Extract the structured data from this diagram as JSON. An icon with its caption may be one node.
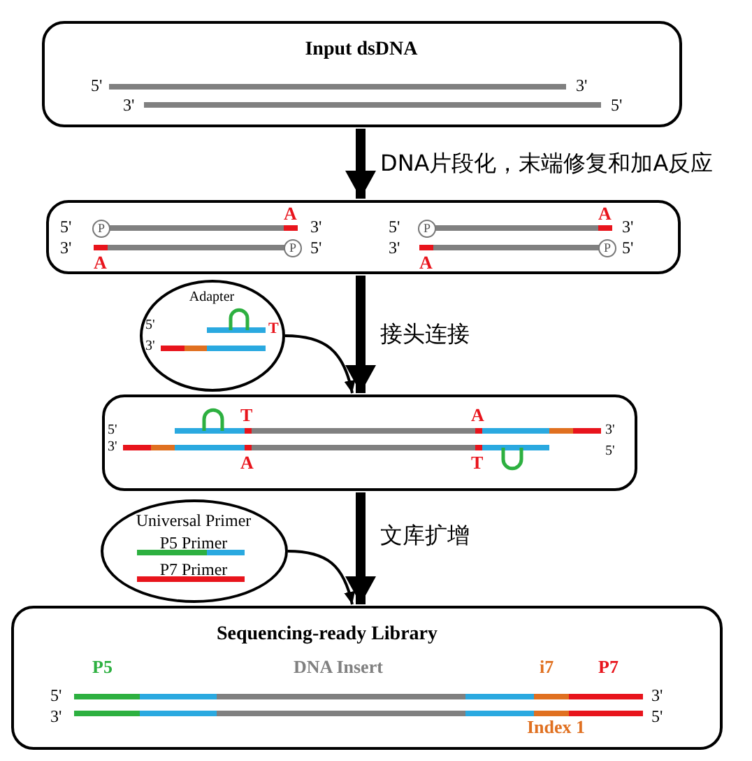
{
  "diagram": {
    "nodes": [
      {
        "text": [
          "Input dsDNA"
        ]
      },
      {
        "text": [],
        "shape": "box"
      },
      {
        "text": [
          "Adapter"
        ]
      },
      {
        "text": [],
        "shape": "box"
      },
      {
        "text": [
          "Universal Primer",
          "P5 Primer",
          "P7 Primer"
        ]
      },
      {
        "text": [
          "Sequencing-ready Library"
        ]
      }
    ],
    "edges": [
      {
        "from": 0,
        "to": 1,
        "arrow": "to",
        "label": "DNA片段化，末端修复和加A反应"
      },
      {
        "from": 1,
        "to": 3,
        "arrow": "to",
        "label": "接头连接"
      },
      {
        "from": 2,
        "to": 3,
        "arrow": "to"
      },
      {
        "from": 3,
        "to": 5,
        "arrow": "to",
        "label": "文库扩增"
      },
      {
        "from": 4,
        "to": 5,
        "arrow": "to"
      }
    ],
    "labels": [
      "5'",
      "3'",
      "3'",
      "5'",
      "A",
      "A",
      "5'",
      "P",
      "3'",
      "5'",
      "P",
      "3'",
      "3'",
      "P",
      "5'",
      "3'",
      "P",
      "5'",
      "A",
      "A",
      "5'",
      "T",
      "3'",
      "T",
      "A",
      "5'",
      "3'",
      "3'",
      "5'",
      "A",
      "T",
      "P5",
      "DNA Insert",
      "i7",
      "P7",
      "5'",
      "3'",
      "3'",
      "5'",
      "Index 1"
    ]
  }
}
